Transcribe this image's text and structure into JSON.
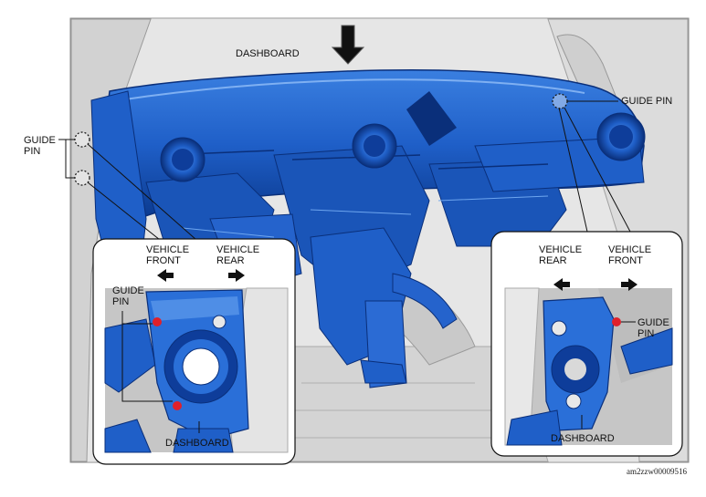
{
  "labels": {
    "dashboard_top": "DASHBOARD",
    "guide_pin_right": "GUIDE PIN",
    "guide_pin_left": "GUIDE\nPIN",
    "left_inset": {
      "vehicle_front": "VEHICLE\nFRONT",
      "vehicle_rear": "VEHICLE\nREAR",
      "guide_pin": "GUIDE\nPIN",
      "dashboard": "DASHBOARD"
    },
    "right_inset": {
      "vehicle_rear": "VEHICLE\nREAR",
      "vehicle_front": "VEHICLE\nFRONT",
      "guide_pin": "GUIDE\nPIN",
      "dashboard": "DASHBOARD"
    }
  },
  "reference_code": "am2zzw00009516",
  "colors": {
    "part_blue": "#1f5fc8",
    "part_dark": "#0a2f7a",
    "part_light": "#4f8ee6",
    "pin_red": "#e0202a",
    "background_gray": "#d9d9d9",
    "inset_bg": "#c8c8c8"
  }
}
